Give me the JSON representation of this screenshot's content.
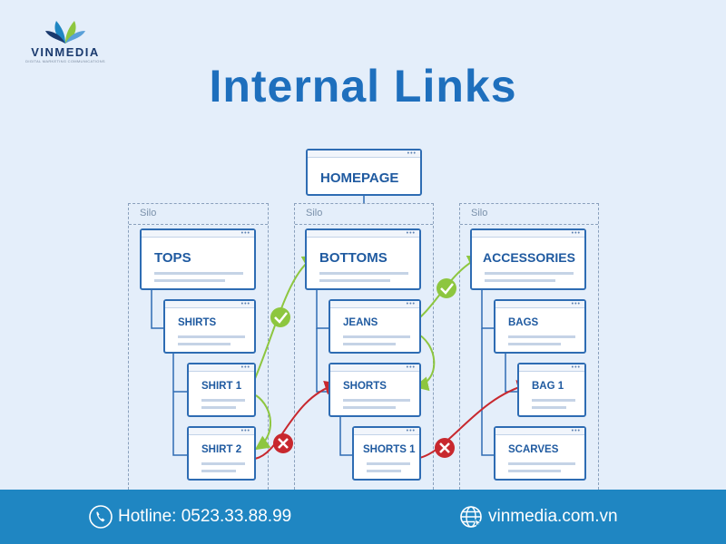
{
  "brand": {
    "name": "VINMEDIA",
    "tagline": "DIGITAL MARKETING COMMUNICATIONS"
  },
  "title": "Internal Links",
  "silo_label": "Silo",
  "nodes": {
    "homepage": "HOMEPAGE",
    "tops": "TOPS",
    "shirts": "SHIRTS",
    "shirt1": "SHIRT 1",
    "shirt2": "SHIRT 2",
    "bottoms": "BOTTOMS",
    "jeans": "JEANS",
    "shorts": "SHORTS",
    "shorts1": "SHORTS 1",
    "accessories": "ACCESSORIES",
    "bags": "BAGS",
    "bag1": "BAG 1",
    "scarves": "SCARVES"
  },
  "colors": {
    "good_link": "#8dc63f",
    "bad_link": "#c8282e",
    "node_border": "#2e6cb3"
  },
  "footer": {
    "hotline": "Hotline: 0523.33.88.99",
    "website": "vinmedia.com.vn"
  }
}
